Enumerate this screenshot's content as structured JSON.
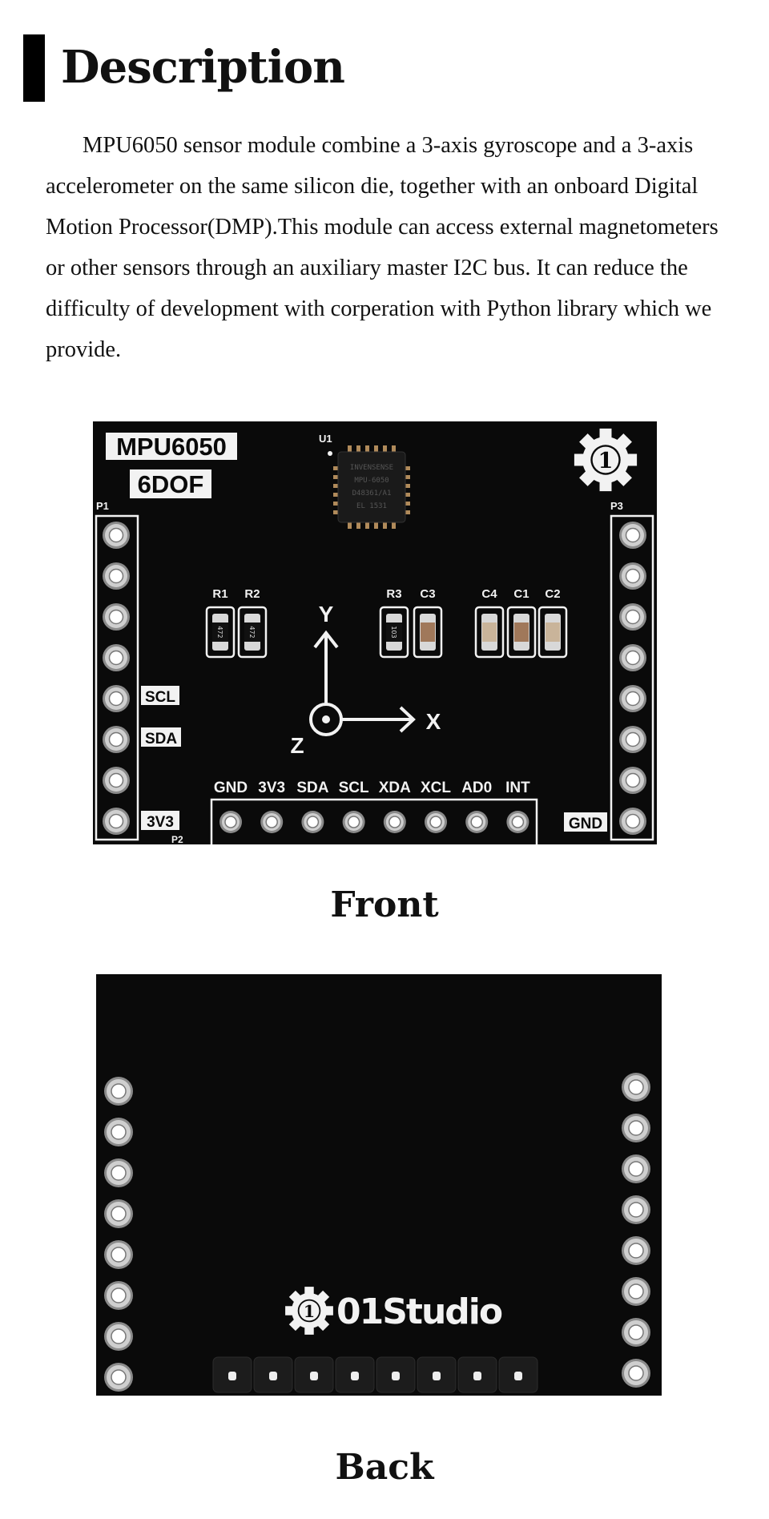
{
  "header": {
    "title": "Description"
  },
  "description": "MPU6050 sensor module combine a 3-axis gyroscope and a 3-axis accelerometer on the same silicon die, together with an onboard Digital Motion Processor(DMP).This module can access external magnetometers or other sensors through an auxiliary master I2C bus. It can reduce the difficulty of development with corperation with Python library which we provide.",
  "front": {
    "caption": "Front",
    "model_label": "MPU6050",
    "dof_label": "6DOF",
    "chip_ref": "U1",
    "chip_text": [
      "INVENSENSE",
      "MPU-6050",
      "D48361/A1",
      "EL 1531"
    ],
    "header_refs": {
      "p1": "P1",
      "p2": "P2",
      "p3": "P3"
    },
    "p1_labels": {
      "scl": "SCL",
      "sda": "SDA",
      "v33": "3V3"
    },
    "p3_label": "GND",
    "p2_pins": [
      "GND",
      "3V3",
      "SDA",
      "SCL",
      "XDA",
      "XCL",
      "AD0",
      "INT"
    ],
    "components": [
      {
        "ref": "R1",
        "kind": "resistor",
        "marking": "472"
      },
      {
        "ref": "R2",
        "kind": "resistor",
        "marking": "472"
      },
      {
        "ref": "R3",
        "kind": "resistor",
        "marking": "103"
      },
      {
        "ref": "C3",
        "kind": "capacitor"
      },
      {
        "ref": "C4",
        "kind": "capacitor"
      },
      {
        "ref": "C1",
        "kind": "capacitor"
      },
      {
        "ref": "C2",
        "kind": "capacitor"
      }
    ],
    "axes": {
      "x": "X",
      "y": "Y",
      "z": "Z"
    },
    "logo_digit": "1"
  },
  "back": {
    "caption": "Back",
    "brand": "01Studio",
    "logo_digit": "1"
  },
  "colors": {
    "pcb": "#0a0a0a",
    "silk": "#f2f2f2",
    "pad": "#cfcfcf"
  }
}
